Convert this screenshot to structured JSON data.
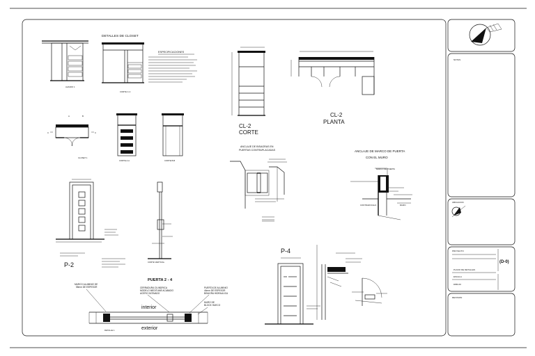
{
  "sheet": {
    "title_closet": "DETALLES DE CLOSET",
    "spec_title": "ESPECIFICACIONES",
    "closet_labels": {
      "alzado1": "ALZADO 1",
      "corte_c": "CORTE C-C",
      "closet1": "CLOSET 1",
      "corte_aa": "CORTE A-A",
      "corte_bb": "CORTE B-B"
    },
    "cl2": {
      "corte_line1": "CL-2",
      "corte_line2": "CORTE",
      "planta_line1": "CL-2",
      "planta_line2": "PLANTA"
    },
    "anclaje_bisagras_line1": "ANCLAJE DE BISAGRAS EN",
    "anclaje_bisagras_line2": "PUERTAS CONTRAPLACADAS",
    "anclaje_marco_line1": "ANCLAJE DE MARCO DE PUERTA",
    "anclaje_marco_line2": "CON EL MURO",
    "marco_callouts": {
      "marco_puerta": "MARCO DE PUERTA",
      "muro": "MURO",
      "contrazocalo": "CONTRAZOCALO"
    },
    "p2": "P-2",
    "puerta24": "PUERTA 2 - 4",
    "p4": "P-4",
    "interior": "interior",
    "exterior": "exterior",
    "marco_aluminio_line1": "MARCO ALUMINIO DE",
    "marco_aluminio_line2": "55mm DE ESPESOR",
    "cerradura_line1": "CERRADURA CILINDRICA",
    "cerradura_line2": "MODELO MEDITUME ACABADO",
    "cerradura_line3": "ACERO SATINADO",
    "puerta_alum_line1": "PUERTA DE ALUMINIO",
    "puerta_alum_line2": "44mm DE ESPESOR",
    "puerta_alum_line3": "BISAGRA HIDRAULICA",
    "muro_block_line1": "MURO DE",
    "muro_block_line2": "BLOCK HUECO",
    "detalle1": "DETALLE 1",
    "corte_vertical": "CORTE VERTICAL"
  },
  "title_block": {
    "logo_alt": "compass-logo",
    "field_notas": "NOTAS",
    "field_ubicacion": "UBICACION",
    "field_contenido": "PLANO DE DETALLES",
    "sheet_number": "(D-0)",
    "field_proyecto": "PROYECTO",
    "field_escala": "ESCALA",
    "field_dibujo": "DIBUJO",
    "field_revision": "REVISION"
  }
}
